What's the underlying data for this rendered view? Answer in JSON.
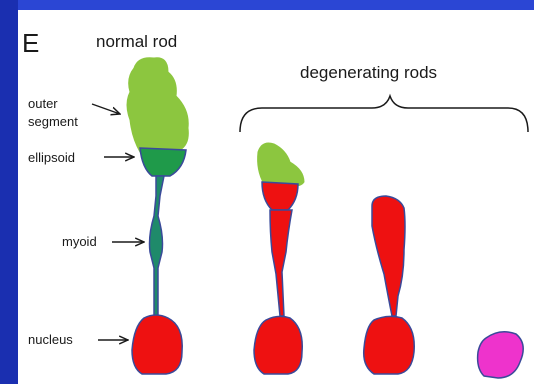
{
  "panel_letter": "E",
  "titles": {
    "normal": "normal rod",
    "degenerating": "degenerating rods"
  },
  "labels": {
    "outer_segment_line1": "outer",
    "outer_segment_line2": "segment",
    "ellipsoid": "ellipsoid",
    "myoid": "myoid",
    "nucleus": "nucleus"
  },
  "colors": {
    "background": "#1a2fb0",
    "panel": "#ffffff",
    "outer_segment": "#8cc63f",
    "ellipsoid": "#1f9a4a",
    "myoid": "#1f8a6a",
    "nucleus": "#ee1111",
    "degenerated_nucleus": "#ee33cc",
    "outline": "#3a4a9a"
  }
}
